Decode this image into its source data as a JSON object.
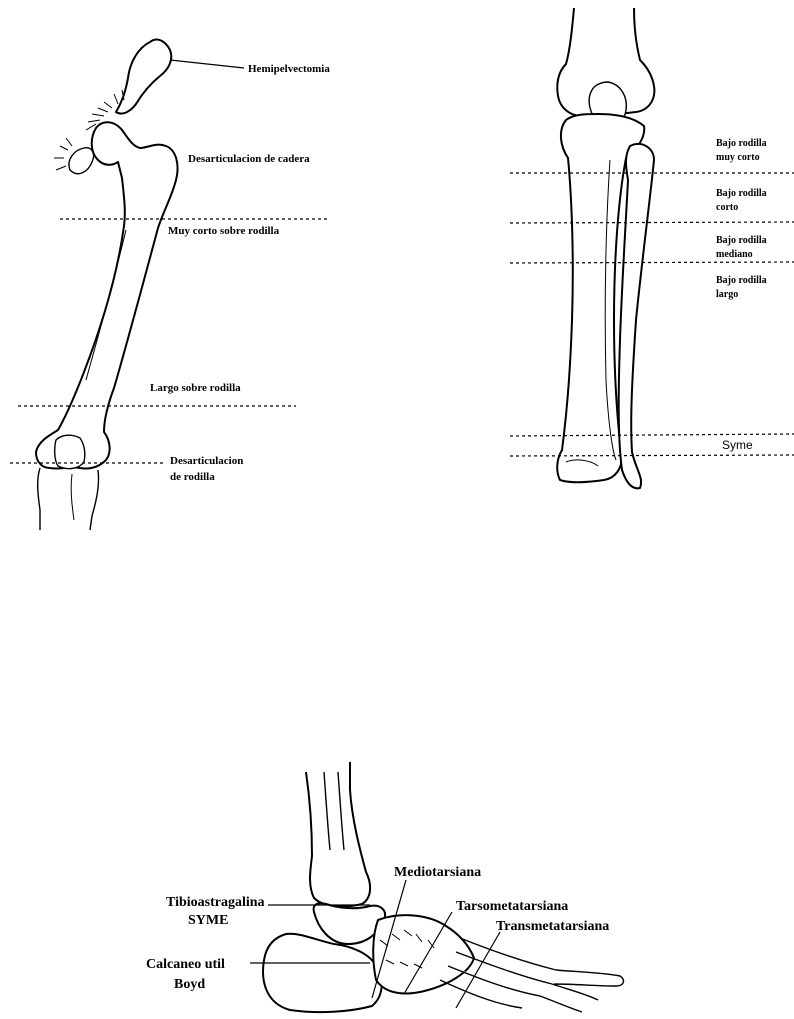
{
  "thigh": {
    "labels": {
      "hemipelvectomy": "Hemipelvectomia",
      "hip_disarticulation": "Desarticulacion de cadera",
      "very_short_above_knee": "Muy corto sobre rodilla",
      "long_above_knee": "Largo sobre rodilla",
      "knee_disarticulation_1": "Desarticulacion",
      "knee_disarticulation_2": "de rodilla"
    }
  },
  "leg": {
    "labels": {
      "bk_very_short_1": "Bajo rodilla",
      "bk_very_short_2": "muy  corto",
      "bk_short_1": "Bajo rodilla",
      "bk_short_2": "corto",
      "bk_medium_1": "Bajo rodilla",
      "bk_medium_2": "mediano",
      "bk_long_1": "Bajo rodilla",
      "bk_long_2": "largo",
      "syme": "Syme"
    }
  },
  "foot": {
    "labels": {
      "tibiotalar_1": "Tibioastragalina",
      "tibiotalar_2": "SYME",
      "calcaneal_1": "Calcaneo util",
      "calcaneal_2": "Boyd",
      "midtarsal": "Mediotarsiana",
      "tarsometatarsal": "Tarsometatarsiana",
      "transmetatarsal": "Transmetatarsiana"
    }
  }
}
